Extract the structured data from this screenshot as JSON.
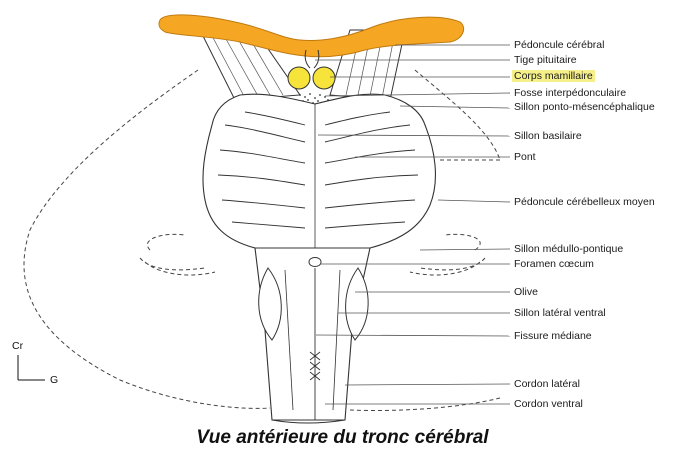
{
  "caption": "Vue antérieure du tronc cérébral",
  "orientation": {
    "up": "Cr",
    "right": "G"
  },
  "labels": [
    "Pédoncule cérébral",
    "Tige pituitaire",
    "Corps mamillaire",
    "Fosse interpédonculaire",
    "Sillon ponto-mésencéphalique",
    "Sillon basilaire",
    "Pont",
    "Pédoncule cérébelleux moyen",
    "Sillon médullo-pontique",
    "Foramen cœcum",
    "Olive",
    "Sillon latéral ventral",
    "Fissure médiane",
    "Cordon latéral",
    "Cordon ventral"
  ],
  "highlighted_label": "Corps mamillaire",
  "colors": {
    "optic_band": "#f5a623",
    "mamillary": "#f7e43a",
    "highlight": "#f6f08a",
    "outline": "#333333"
  }
}
